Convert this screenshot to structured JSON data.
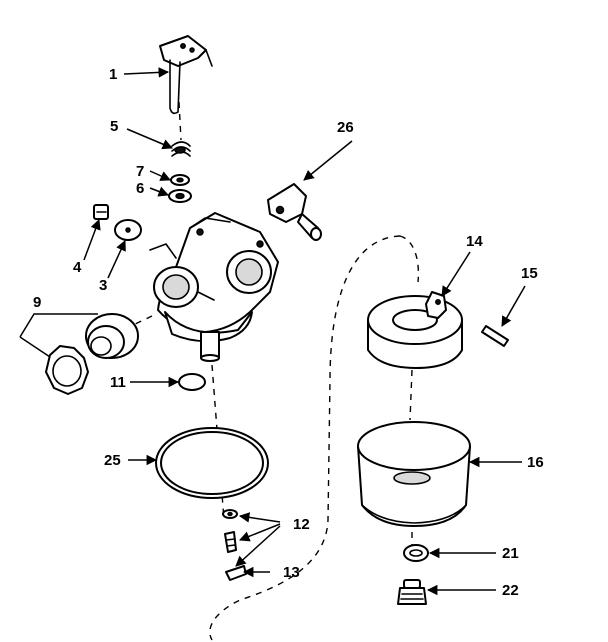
{
  "diagram": {
    "callouts": {
      "c1": "1",
      "c3": "3",
      "c4": "4",
      "c5": "5",
      "c6": "6",
      "c7": "7",
      "c9": "9",
      "c11": "11",
      "c12": "12",
      "c13": "13",
      "c14": "14",
      "c15": "15",
      "c16": "16",
      "c21": "21",
      "c22": "22",
      "c25": "25",
      "c26": "26"
    }
  }
}
